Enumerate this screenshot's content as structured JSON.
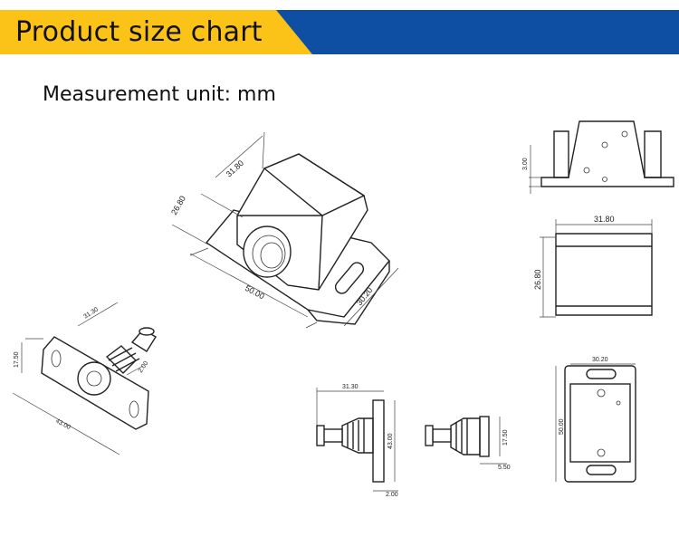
{
  "header": {
    "title": "Product size chart",
    "yellow": "#fbc217",
    "blue": "#0f4fa3"
  },
  "unit_label": "Measurement unit: mm",
  "dimensions": {
    "iso_width": "31.80",
    "iso_height": "26.80",
    "iso_length": "50.00",
    "iso_base": "30.20",
    "top_thickness": "3.00",
    "front_width": "31.80",
    "front_height": "26.80",
    "back_width": "30.20",
    "back_height": "50.00",
    "plate_length": "43.00",
    "plate_height": "17.50",
    "lens_len": "31.30",
    "lens_dia": "2.00",
    "side_len": "31.30",
    "side_height": "43.00",
    "side_thick": "2.00",
    "side2_height": "17.50",
    "side2_thick": "5.50"
  }
}
